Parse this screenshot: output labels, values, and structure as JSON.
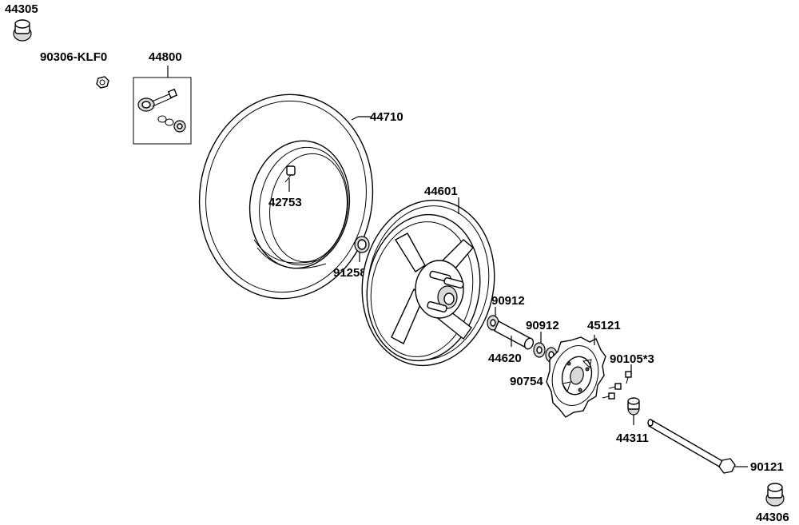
{
  "labels": {
    "nut_44305": "44305",
    "nut_90306": "90306-KLF0",
    "valve_kit_44800": "44800",
    "tire_44710": "44710",
    "valve_42753": "42753",
    "wheel_44601": "44601",
    "seal_91258": "91258",
    "bearing_90912_a": "90912",
    "bearing_90912_b": "90912",
    "disc_45121": "45121",
    "collar_44620": "44620",
    "bolt_90105": "90105*3",
    "seal_90754": "90754",
    "collar_44311": "44311",
    "axle_90121": "90121",
    "cap_44306": "44306"
  }
}
